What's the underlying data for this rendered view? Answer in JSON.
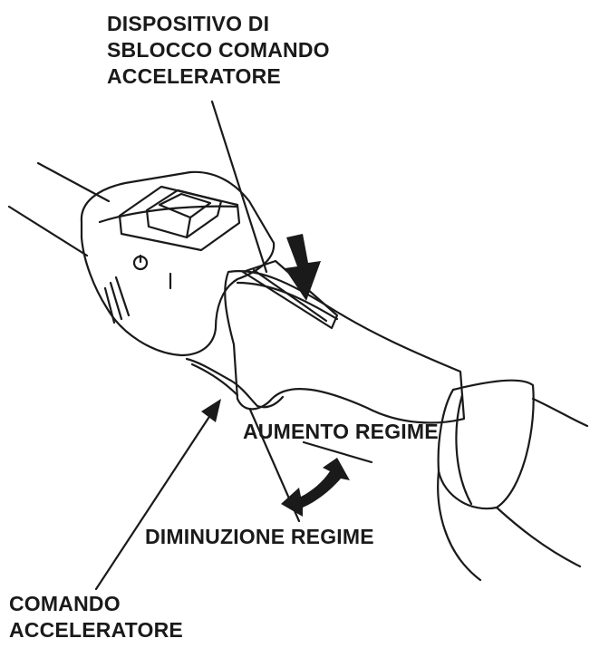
{
  "labels": {
    "release_device": [
      "DISPOSITIVO DI",
      "SBLOCCO COMANDO",
      "ACCELERATORE"
    ],
    "speed_increase": "AUMENTO REGIME",
    "speed_decrease": "DIMINUZIONE REGIME",
    "throttle_control": [
      "COMANDO",
      "ACCELERATORE"
    ]
  },
  "colors": {
    "ink": "#1a1a1a",
    "body": "#ffffff"
  },
  "icons": {
    "press_arrow": "arrow-down-icon",
    "direction_arrow": "double-arrow-icon",
    "power_symbol": "power-icon"
  }
}
